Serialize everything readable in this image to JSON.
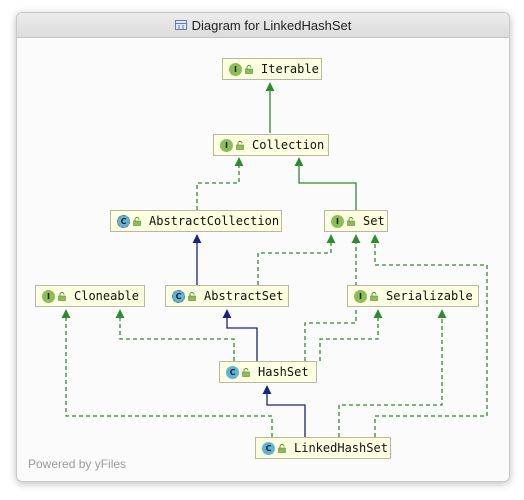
{
  "window": {
    "title": "Diagram for LinkedHashSet"
  },
  "footer": "Powered by yFiles",
  "colors": {
    "realization": "#2e8b2e",
    "inheritance": "#1a237e",
    "node_fill": "#fefee0"
  },
  "nodes": {
    "iterable": {
      "label": "Iterable",
      "kind": "I"
    },
    "collection": {
      "label": "Collection",
      "kind": "I"
    },
    "abstract_collection": {
      "label": "AbstractCollection",
      "kind": "C"
    },
    "set": {
      "label": "Set",
      "kind": "I"
    },
    "cloneable": {
      "label": "Cloneable",
      "kind": "I"
    },
    "abstract_set": {
      "label": "AbstractSet",
      "kind": "C"
    },
    "serializable": {
      "label": "Serializable",
      "kind": "I"
    },
    "hash_set": {
      "label": "HashSet",
      "kind": "C"
    },
    "linked_hash_set": {
      "label": "LinkedHashSet",
      "kind": "C"
    }
  }
}
